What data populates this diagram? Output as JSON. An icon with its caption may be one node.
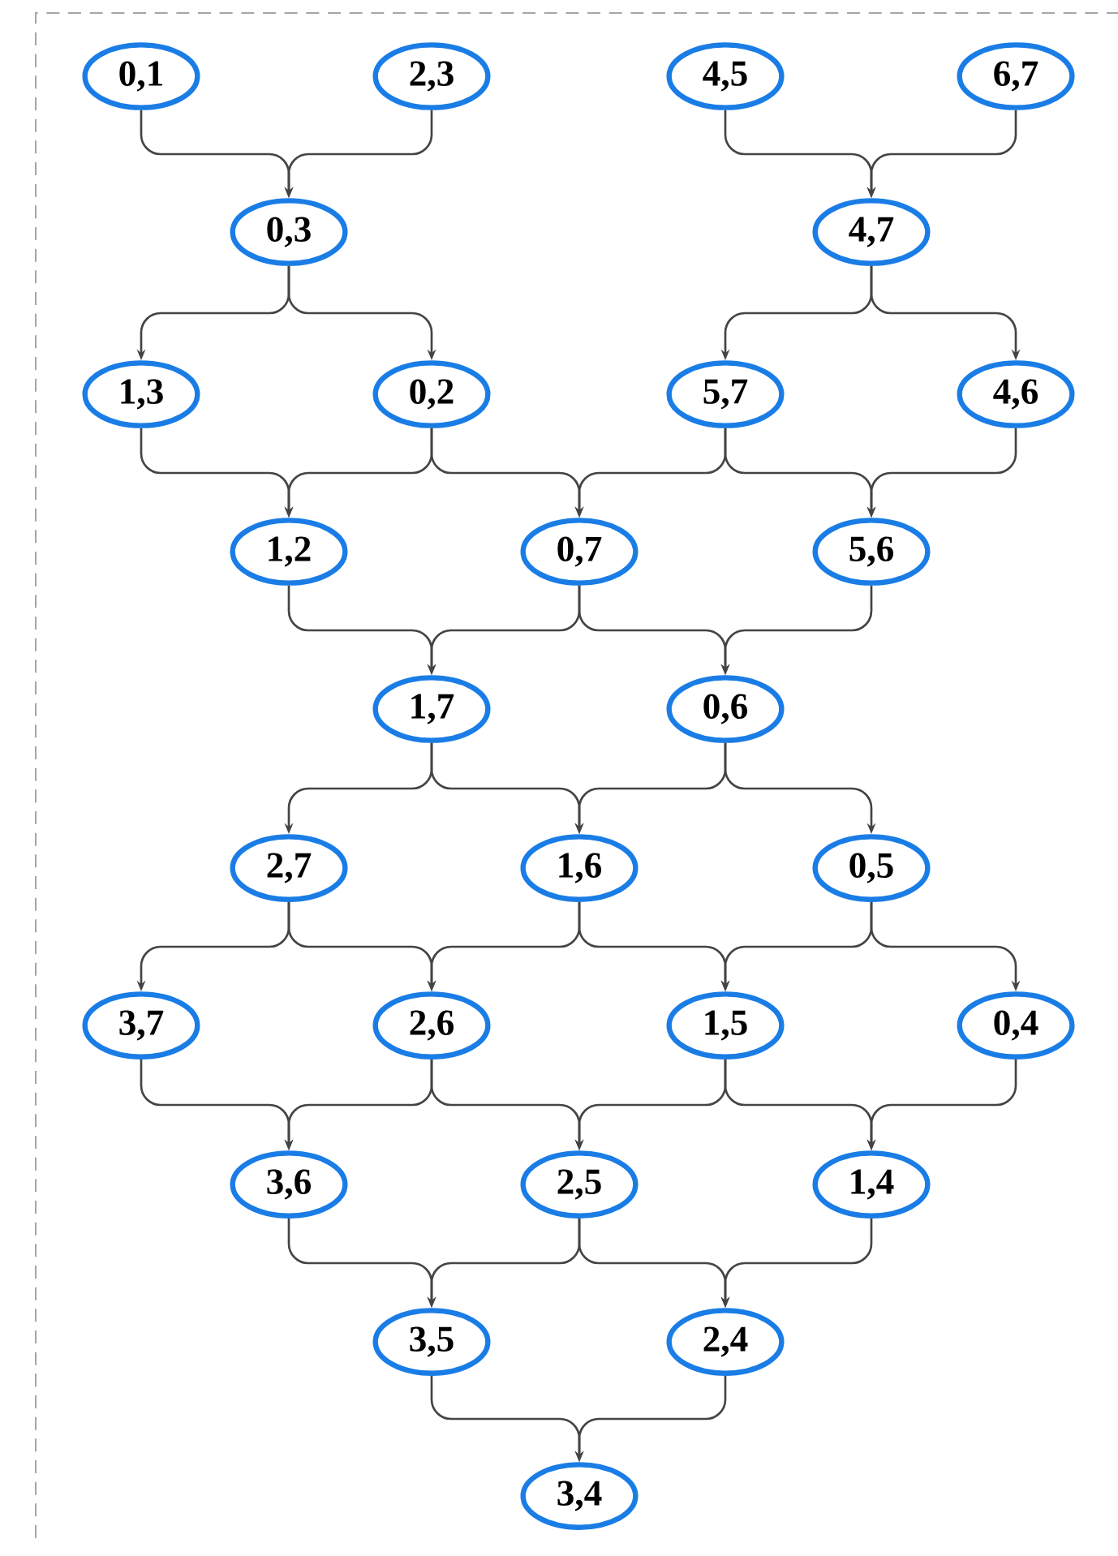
{
  "diagram": {
    "nodes": [
      {
        "text": [
          "0,1"
        ]
      },
      {
        "text": [
          "2,3"
        ]
      },
      {
        "text": [
          "4,5"
        ]
      },
      {
        "text": [
          "6,7"
        ]
      },
      {
        "text": [
          "0,3"
        ]
      },
      {
        "text": [
          "4,7"
        ]
      },
      {
        "text": [
          "1,3"
        ]
      },
      {
        "text": [
          "0,2"
        ]
      },
      {
        "text": [
          "5,7"
        ]
      },
      {
        "text": [
          "4,6"
        ]
      },
      {
        "text": [
          "1,2"
        ]
      },
      {
        "text": [
          "0,7"
        ]
      },
      {
        "text": [
          "5,6"
        ]
      },
      {
        "text": [
          "1,7"
        ]
      },
      {
        "text": [
          "0,6"
        ]
      },
      {
        "text": [
          "2,7"
        ]
      },
      {
        "text": [
          "1,6"
        ]
      },
      {
        "text": [
          "0,5"
        ]
      },
      {
        "text": [
          "3,7"
        ]
      },
      {
        "text": [
          "2,6"
        ]
      },
      {
        "text": [
          "1,5"
        ]
      },
      {
        "text": [
          "0,4"
        ]
      },
      {
        "text": [
          "3,6"
        ]
      },
      {
        "text": [
          "2,5"
        ]
      },
      {
        "text": [
          "1,4"
        ]
      },
      {
        "text": [
          "3,5"
        ]
      },
      {
        "text": [
          "2,4"
        ]
      },
      {
        "text": [
          "3,4"
        ]
      }
    ],
    "edges": [
      {
        "from": 0,
        "to": 4,
        "arrow": "to"
      },
      {
        "from": 1,
        "to": 4,
        "arrow": "to"
      },
      {
        "from": 2,
        "to": 5,
        "arrow": "to"
      },
      {
        "from": 3,
        "to": 5,
        "arrow": "to"
      },
      {
        "from": 4,
        "to": 6,
        "arrow": "to"
      },
      {
        "from": 4,
        "to": 7,
        "arrow": "to"
      },
      {
        "from": 5,
        "to": 8,
        "arrow": "to"
      },
      {
        "from": 5,
        "to": 9,
        "arrow": "to"
      },
      {
        "from": 6,
        "to": 10,
        "arrow": "to"
      },
      {
        "from": 7,
        "to": 10,
        "arrow": "to"
      },
      {
        "from": 7,
        "to": 11,
        "arrow": "to"
      },
      {
        "from": 8,
        "to": 11,
        "arrow": "to"
      },
      {
        "from": 8,
        "to": 12,
        "arrow": "to"
      },
      {
        "from": 9,
        "to": 12,
        "arrow": "to"
      },
      {
        "from": 10,
        "to": 13,
        "arrow": "to"
      },
      {
        "from": 11,
        "to": 13,
        "arrow": "to"
      },
      {
        "from": 11,
        "to": 14,
        "arrow": "to"
      },
      {
        "from": 12,
        "to": 14,
        "arrow": "to"
      },
      {
        "from": 13,
        "to": 15,
        "arrow": "to"
      },
      {
        "from": 13,
        "to": 16,
        "arrow": "to"
      },
      {
        "from": 14,
        "to": 16,
        "arrow": "to"
      },
      {
        "from": 14,
        "to": 17,
        "arrow": "to"
      },
      {
        "from": 15,
        "to": 18,
        "arrow": "to"
      },
      {
        "from": 15,
        "to": 19,
        "arrow": "to"
      },
      {
        "from": 16,
        "to": 19,
        "arrow": "to"
      },
      {
        "from": 16,
        "to": 20,
        "arrow": "to"
      },
      {
        "from": 17,
        "to": 20,
        "arrow": "to"
      },
      {
        "from": 17,
        "to": 21,
        "arrow": "to"
      },
      {
        "from": 18,
        "to": 22,
        "arrow": "to"
      },
      {
        "from": 19,
        "to": 22,
        "arrow": "to"
      },
      {
        "from": 19,
        "to": 23,
        "arrow": "to"
      },
      {
        "from": 20,
        "to": 23,
        "arrow": "to"
      },
      {
        "from": 20,
        "to": 24,
        "arrow": "to"
      },
      {
        "from": 21,
        "to": 24,
        "arrow": "to"
      },
      {
        "from": 22,
        "to": 25,
        "arrow": "to"
      },
      {
        "from": 23,
        "to": 25,
        "arrow": "to"
      },
      {
        "from": 23,
        "to": 26,
        "arrow": "to"
      },
      {
        "from": 24,
        "to": 26,
        "arrow": "to"
      },
      {
        "from": 25,
        "to": 27,
        "arrow": "to"
      },
      {
        "from": 26,
        "to": 27,
        "arrow": "to"
      }
    ]
  }
}
